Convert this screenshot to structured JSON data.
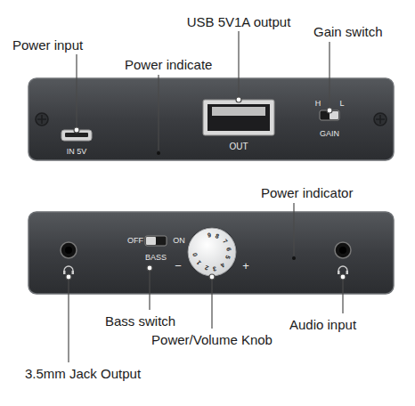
{
  "diagram": {
    "nodes": [
      {
        "text": [
          "IN 5V",
          "OUT",
          "H",
          "L",
          "GAIN"
        ]
      },
      {
        "text": [
          "OFF",
          "ON",
          "BASS",
          "−",
          "+"
        ]
      },
      {
        "text": [
          "0",
          "1",
          "2",
          "3",
          "4",
          "5",
          "6",
          "7",
          "8",
          "9"
        ],
        "in": 1
      }
    ],
    "labels": [
      "Power input",
      "USB 5V1A output",
      "Gain switch",
      "Power indicate",
      "Power indicator",
      "Bass switch",
      "Power/Volume Knob",
      "Audio input",
      "3.5mm Jack Output"
    ]
  }
}
